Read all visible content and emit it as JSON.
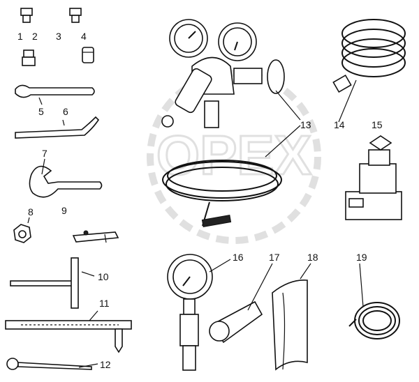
{
  "diagram": {
    "watermark": "OPEX",
    "callouts": [
      {
        "id": "1",
        "text": "1"
      },
      {
        "id": "2",
        "text": "2"
      },
      {
        "id": "3",
        "text": "3"
      },
      {
        "id": "4",
        "text": "4"
      },
      {
        "id": "5",
        "text": "5"
      },
      {
        "id": "6",
        "text": "6"
      },
      {
        "id": "7",
        "text": "7"
      },
      {
        "id": "8",
        "text": "8"
      },
      {
        "id": "9",
        "text": "9"
      },
      {
        "id": "10",
        "text": "10"
      },
      {
        "id": "11",
        "text": "11"
      },
      {
        "id": "12",
        "text": "12"
      },
      {
        "id": "13",
        "text": "13"
      },
      {
        "id": "14",
        "text": "14"
      },
      {
        "id": "15",
        "text": "15"
      },
      {
        "id": "16",
        "text": "16"
      },
      {
        "id": "17",
        "text": "17"
      },
      {
        "id": "18",
        "text": "18"
      },
      {
        "id": "19",
        "text": "19"
      }
    ]
  }
}
